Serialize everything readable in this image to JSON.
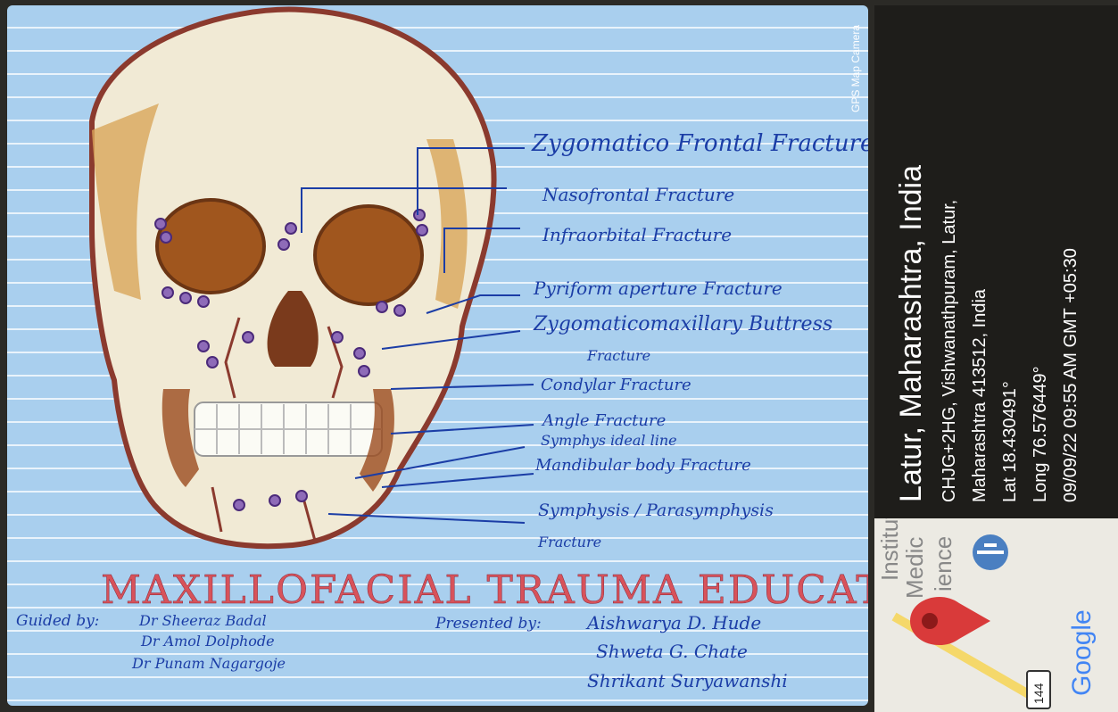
{
  "labels": [
    "Zygomatico Frontal Fracture",
    "Nasofrontal Fracture",
    "Infraorbital Fracture",
    "Pyriform aperture Fracture",
    "Zygomaticomaxillary Buttress",
    "Fracture",
    "Condylar Fracture",
    "Angle Fracture",
    "Symphys ideal line",
    "Mandibular body Fracture",
    "Symphysis / Parasymphysis",
    "Fracture"
  ],
  "title": "MAXILLOFACIAL TRAUMA EDUCATIONAL MODEL",
  "guided_label": "Guided by:",
  "guides": [
    "Dr Sheeraz Badal",
    "Dr Amol Dolphode",
    "Dr Punam Nagargoje"
  ],
  "presented_label": "Presented by:",
  "presenters": [
    "Aishwarya D. Hude",
    "Shweta G. Chate",
    "Shrikant Suryawanshi"
  ],
  "gps": {
    "app": "GPS Map Camera",
    "city": "Latur, Maharashtra, India",
    "address1": "CHJG+2HG, Vishwanathpuram, Latur,",
    "address2": "Maharashtra 413512, India",
    "lat": "Lat 18.430491°",
    "long": "Long 76.576449°",
    "datetime": "09/09/22 09:55 AM GMT +05:30"
  },
  "map": {
    "text1": "Institut",
    "text2": "Medic",
    "text3": "ience",
    "road_badge": "144",
    "brand": "Google"
  },
  "colors": {
    "poster_bg": "#a9cfee",
    "ink_blue": "#1b3da6",
    "title_red": "#d8525a",
    "gps_panel": "#1e1d1a"
  }
}
